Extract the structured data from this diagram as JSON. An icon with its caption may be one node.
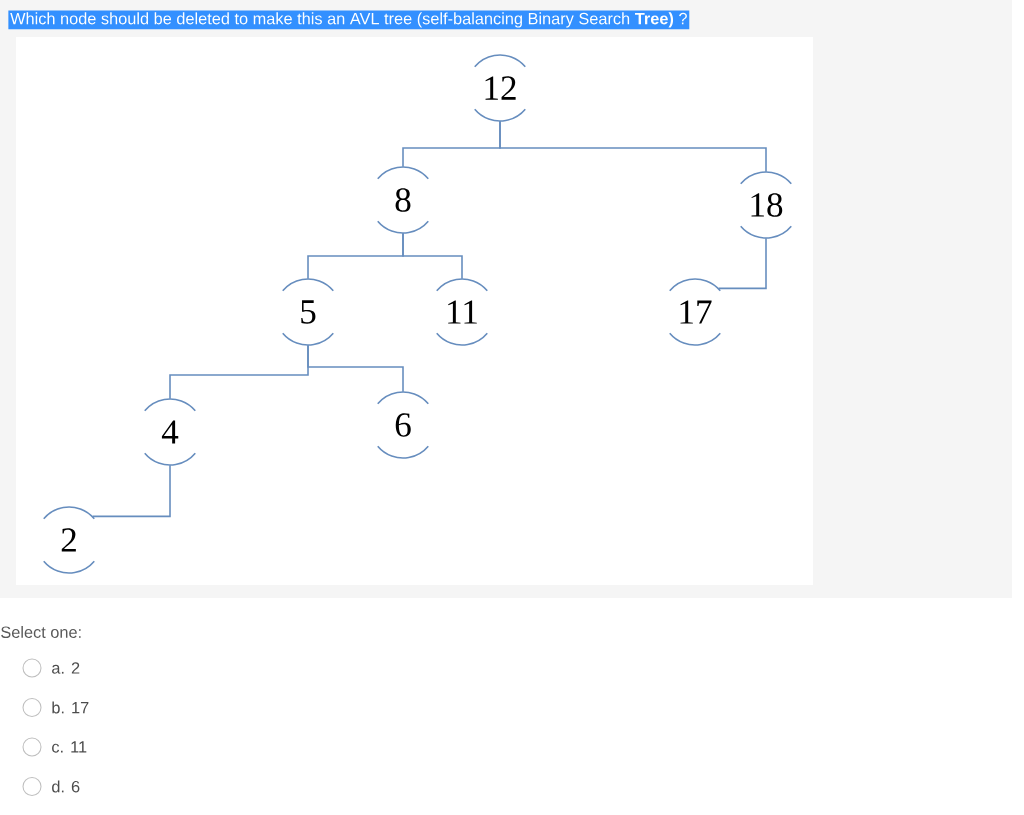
{
  "diagram": {
    "title": "Which node should be deleted to make this an AVL tree (self-balancing Binary Search **Tree)** ?",
    "nodes": [
      {
        "text": [
          "12"
        ]
      },
      {
        "text": [
          "8"
        ]
      },
      {
        "text": [
          "18"
        ]
      },
      {
        "text": [
          "5"
        ]
      },
      {
        "text": [
          "11"
        ]
      },
      {
        "text": [
          "17"
        ]
      },
      {
        "text": [
          "4"
        ]
      },
      {
        "text": [
          "6"
        ]
      },
      {
        "text": [
          "2"
        ]
      }
    ],
    "edges": [
      {
        "from": 0,
        "to": 1,
        "arrow": "none"
      },
      {
        "from": 0,
        "to": 2,
        "arrow": "none"
      },
      {
        "from": 1,
        "to": 3,
        "arrow": "none"
      },
      {
        "from": 1,
        "to": 4,
        "arrow": "none"
      },
      {
        "from": 2,
        "to": 5,
        "arrow": "none"
      },
      {
        "from": 3,
        "to": 6,
        "arrow": "none"
      },
      {
        "from": 3,
        "to": 7,
        "arrow": "none"
      },
      {
        "from": 6,
        "to": 8,
        "arrow": "none"
      }
    ],
    "labels": [
      "Select one:",
      "a. 2",
      "b. 17",
      "c. 11",
      "d. 6"
    ]
  }
}
